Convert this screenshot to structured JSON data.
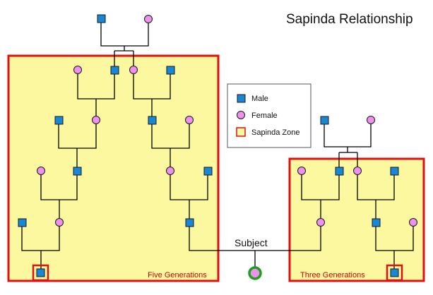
{
  "title": "Sapinda Relationship",
  "legend": {
    "male_label": "Male",
    "female_label": "Female",
    "zone_label": "Sapinda Zone"
  },
  "zones": {
    "left_label": "Five Generations",
    "right_label": "Three Generations"
  },
  "subject_label": "Subject",
  "colors": {
    "male": "#1a86d6",
    "female": "#ee90ee",
    "zone_fill": "#fbf8a0",
    "zone_border": "#e01010",
    "subject_ring": "#1e9e1e",
    "subject_fill": "#ee90ee"
  },
  "icons": {
    "male": "square-icon",
    "female": "circle-icon",
    "zone": "outlined-square-icon"
  }
}
